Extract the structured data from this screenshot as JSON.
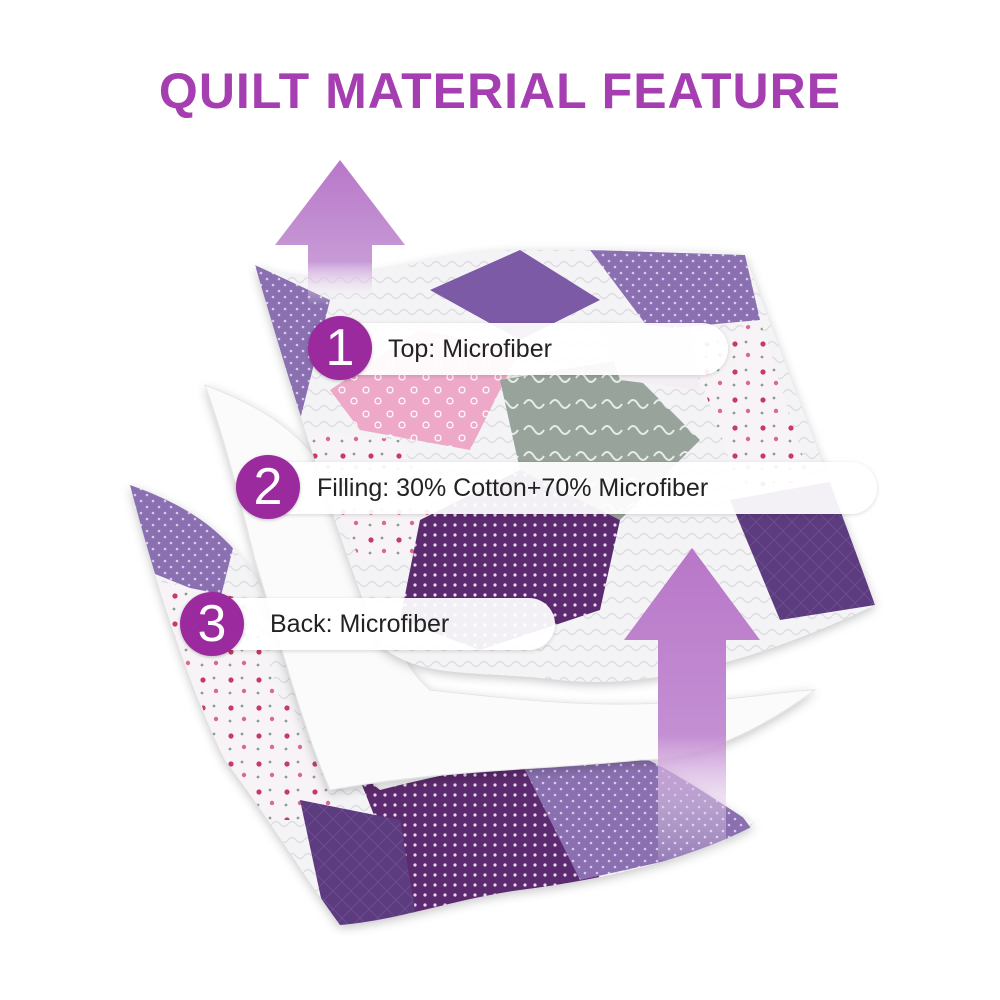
{
  "title": "QUILT MATERIAL FEATURE",
  "colors": {
    "accent": "#a53eb0",
    "badge": "#9a2a9e",
    "arrow": "#b877c8",
    "deep_purple": "#5b3a7e",
    "pink": "#f0b3cf",
    "gray_green": "#9aa69e"
  },
  "layers": [
    {
      "number": "1",
      "label": "Top: Microfiber"
    },
    {
      "number": "2",
      "label": "Filling: 30% Cotton+70% Microfiber"
    },
    {
      "number": "3",
      "label": "Back: Microfiber"
    }
  ]
}
